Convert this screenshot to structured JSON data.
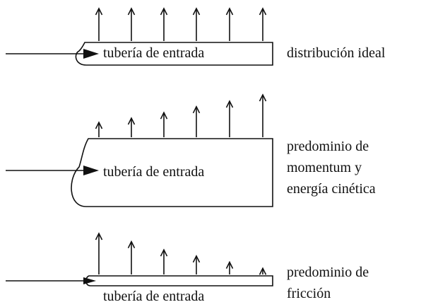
{
  "diagrams": [
    {
      "pipe_label": "tubería de entrada",
      "caption_lines": [
        "distribución ideal"
      ],
      "outlet_arrow_heights": [
        1,
        1,
        1,
        1,
        1,
        1
      ]
    },
    {
      "pipe_label": "tubería de entrada",
      "caption_lines": [
        "predominio de",
        "momentum y",
        "energía cinética"
      ],
      "outlet_arrow_heights": [
        0.35,
        0.45,
        0.58,
        0.72,
        0.85,
        1
      ]
    },
    {
      "pipe_label": "tubería de entrada",
      "caption_lines": [
        "predominio de",
        "fricción"
      ],
      "outlet_arrow_heights": [
        1,
        0.8,
        0.6,
        0.45,
        0.3,
        0.15
      ]
    }
  ],
  "colors": {
    "stroke": "#111111",
    "background": "#ffffff"
  }
}
